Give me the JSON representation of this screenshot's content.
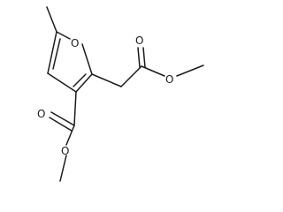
{
  "molecule": {
    "atoms": {
      "ring_oxygen": "O",
      "ester1_carbonyl_oxygen": "O",
      "ester1_ether_oxygen": "O",
      "ester2_carbonyl_oxygen": "O",
      "ester2_ether_oxygen": "O"
    }
  }
}
